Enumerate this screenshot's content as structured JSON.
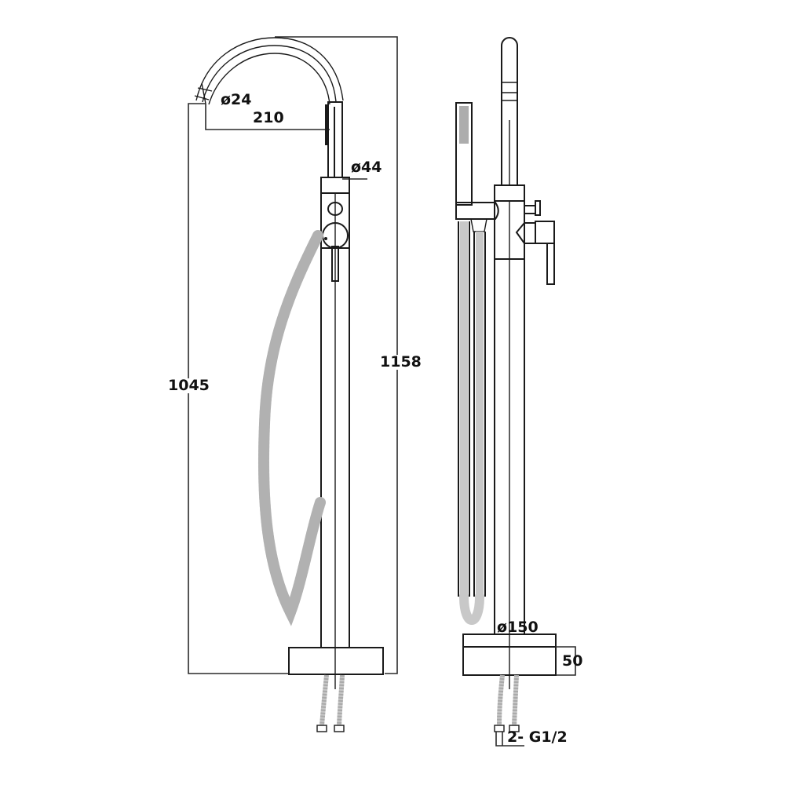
{
  "drawing": {
    "subject": "Freestanding bath mixer with hand shower",
    "views": [
      "front-view",
      "side-view"
    ],
    "line_color": "#1a1a1a",
    "hose_color": "#c8c8c8",
    "background": "#ffffff"
  },
  "dimensions": {
    "spout_diameter": "ø24",
    "spout_reach": "210",
    "body_diameter": "ø44",
    "spout_height": "1045",
    "overall_height": "1158",
    "base_diameter": "ø150",
    "base_height": "50",
    "inlet_connections": "2- G1/2"
  }
}
